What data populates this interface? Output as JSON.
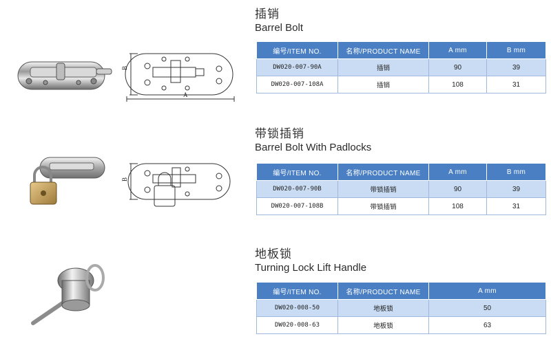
{
  "header_labels": {
    "item_no": "编号/ITEM NO.",
    "product_name": "名称/PRODUCT NAME",
    "a": "A  mm",
    "b": "B  mm"
  },
  "dimension_labels": {
    "a": "A",
    "b": "B"
  },
  "sections": [
    {
      "title_cn": "插销",
      "title_en": "Barrel Bolt",
      "rows": [
        {
          "item": "DW020-007-90A",
          "name": "插销",
          "a": "90",
          "b": "39"
        },
        {
          "item": "DW020-007-108A",
          "name": "插销",
          "a": "108",
          "b": "31"
        }
      ]
    },
    {
      "title_cn": "带锁插销",
      "title_en": "Barrel Bolt With  Padlocks",
      "rows": [
        {
          "item": "DW020-007-90B",
          "name": "带锁插销",
          "a": "90",
          "b": "39"
        },
        {
          "item": "DW020-007-108B",
          "name": "带锁插销",
          "a": "108",
          "b": "31"
        }
      ]
    },
    {
      "title_cn": "地板锁",
      "title_en": "Turning Lock Lift Handle",
      "rows": [
        {
          "item": "DW020-008-50",
          "name": "地板锁",
          "a": "50"
        },
        {
          "item": "DW020-008-63",
          "name": "地板锁",
          "a": "63"
        }
      ]
    }
  ],
  "colors": {
    "header_bg": "#4a7fc4",
    "row_highlight": "#c9dcf3",
    "border": "#9fb9de"
  },
  "icons": [
    "barrel-bolt-photo",
    "barrel-bolt-drawing",
    "padlock-bolt-photo",
    "padlock-bolt-drawing",
    "floor-lock-photo"
  ]
}
